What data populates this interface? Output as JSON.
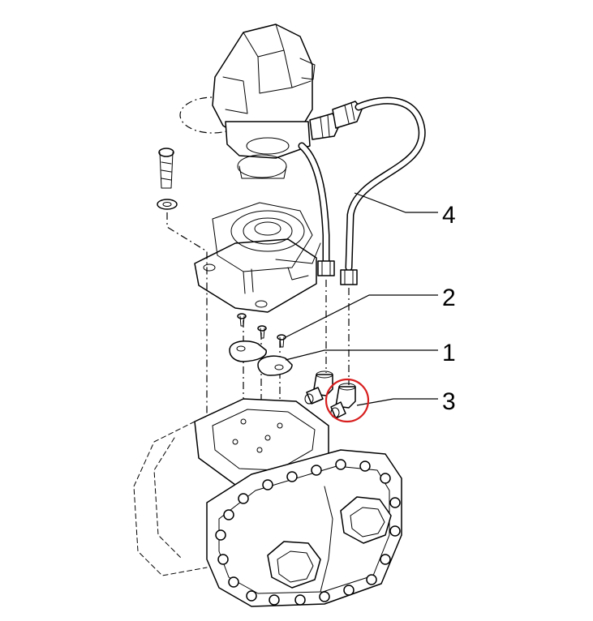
{
  "callouts": [
    {
      "id": "callout-1",
      "label": "1"
    },
    {
      "id": "callout-2",
      "label": "2"
    },
    {
      "id": "callout-3",
      "label": "3"
    },
    {
      "id": "callout-4",
      "label": "4"
    }
  ],
  "colors": {
    "line": "#000000",
    "background": "#ffffff",
    "highlight": "#d81e1e"
  }
}
